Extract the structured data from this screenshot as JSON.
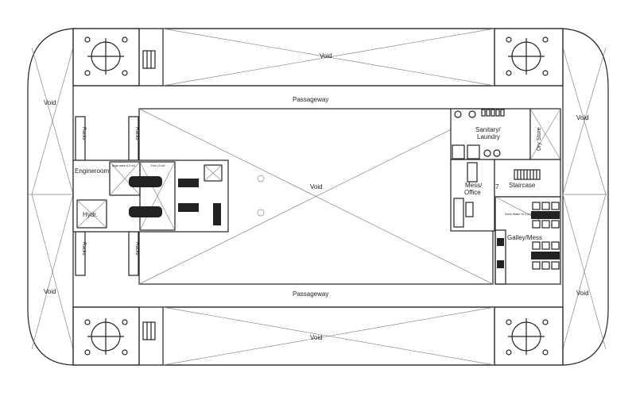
{
  "labels": {
    "void": "Void",
    "passageway": "Passageway",
    "racks": "Racks",
    "engineroom": "Engineroom",
    "hydr": "Hydr.",
    "bilge_water": "Bilge water 6.0 m3",
    "fuel": "Fuel 10 m3",
    "sanitary_laundry": [
      "Sanitary/",
      "Laundry"
    ],
    "dry_store": "Dry Store",
    "mess_office": [
      "Mess/",
      "Office"
    ],
    "staircase": "Staircase",
    "fresh_water": "Fresh Water 10.0 m3",
    "galley_mess": "Galley/Mess",
    "door_number": "7"
  }
}
